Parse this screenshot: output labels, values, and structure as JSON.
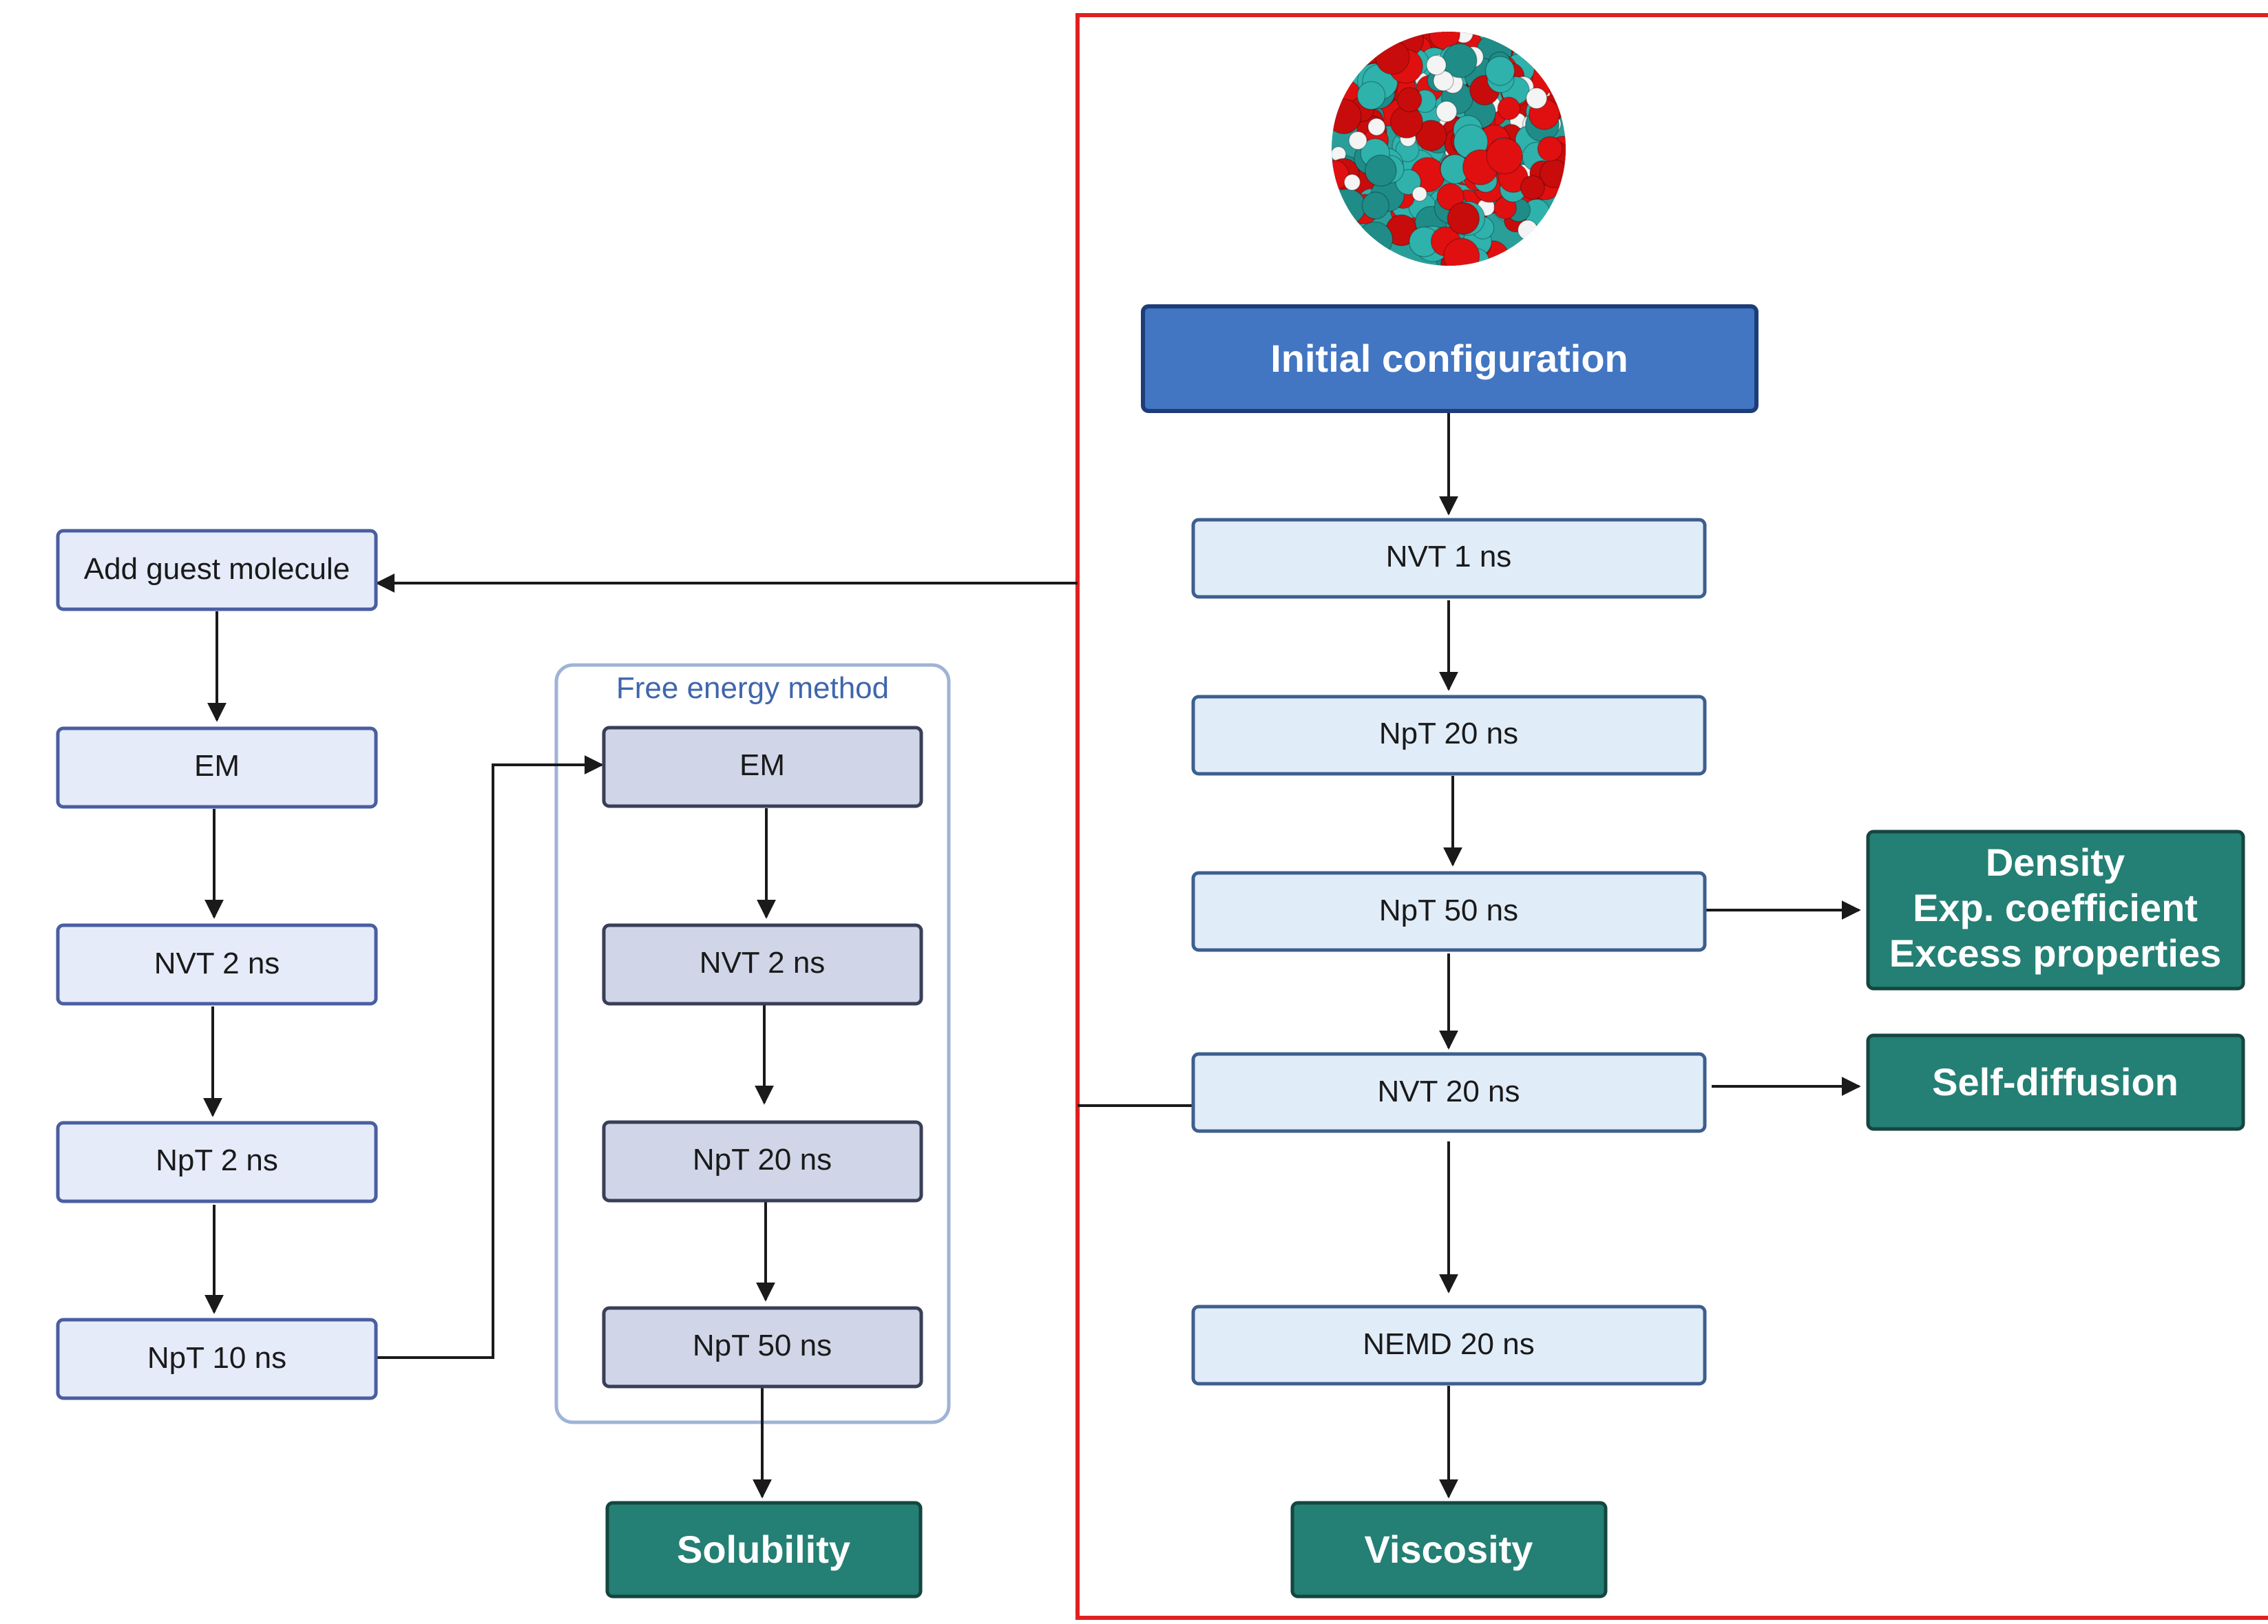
{
  "left_chain": {
    "add_guest": "Add guest molecule",
    "em": "EM",
    "nvt": "NVT 2 ns",
    "npt2": "NpT 2 ns",
    "npt10": "NpT 10 ns"
  },
  "free_energy": {
    "title": "Free energy method",
    "em": "EM",
    "nvt": "NVT 2 ns",
    "npt20": "NpT 20 ns",
    "npt50": "NpT 50 ns"
  },
  "main_chain": {
    "initial": "Initial configuration",
    "nvt1": "NVT 1 ns",
    "npt20": "NpT 20 ns",
    "npt50": "NpT 50 ns",
    "nvt20": "NVT 20 ns",
    "nemd": "NEMD 20 ns"
  },
  "outputs": {
    "solubility": "Solubility",
    "viscosity": "Viscosity",
    "density_lines": [
      "Density",
      "Exp. coefficient",
      "Excess properties"
    ],
    "self_diffusion": "Self-diffusion"
  },
  "colors": {
    "initial_fill": "#4275c2",
    "initial_stroke": "#1e3c78",
    "light_fill": "#e6ebfa",
    "light_stroke": "#4a5ea0",
    "fe_fill": "#d0d6e8",
    "fe_stroke": "#3a3f58",
    "main_fill": "#e1ecf9",
    "main_stroke": "#3d5f8f",
    "output_fill": "#247f74",
    "output_stroke": "#14463f",
    "red_frame": "#e02020",
    "fe_frame": "#9fb3d6"
  },
  "molecule_icon": "molecular-snapshot-sphere-icon"
}
